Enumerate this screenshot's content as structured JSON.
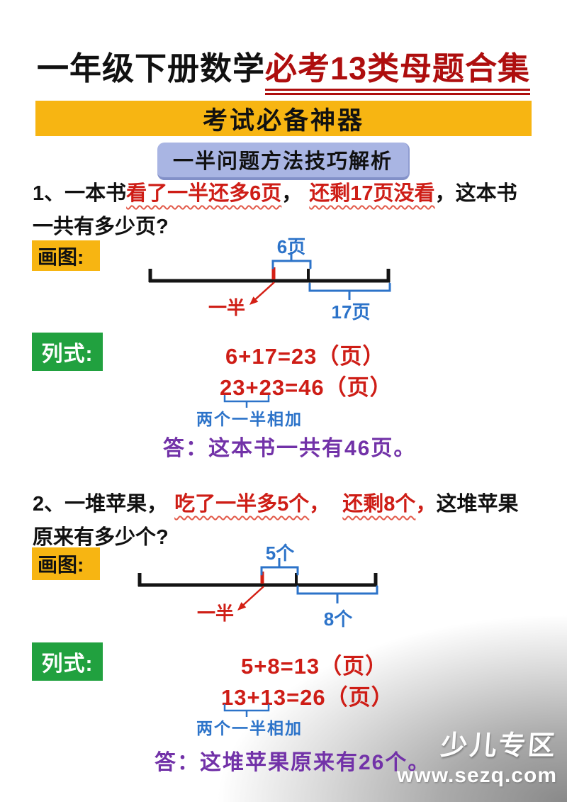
{
  "title": {
    "black": "一年级下册数学",
    "red": "必考13类母题合集"
  },
  "banner": {
    "label": "考试必备神器"
  },
  "badge": {
    "label": "一半问题方法技巧解析"
  },
  "p1": {
    "line1": [
      {
        "t": "1、一本书"
      },
      {
        "t": "看了一半还多6页"
      },
      {
        "t": "，"
      },
      {
        "t": "还剩17页没看"
      },
      {
        "t": "，这本书"
      }
    ],
    "line2": "一共有多少页?",
    "draw_label": "画图:",
    "formula_label": "列式:",
    "diagram": {
      "top": "6页",
      "half": "一半",
      "bottom": "17页"
    },
    "eq1": "6+17=23（页）",
    "eq2": "23+23=46（页）",
    "note": "两个一半相加",
    "answer": "答：这本书一共有46页。"
  },
  "p2": {
    "line1": [
      {
        "t": "2、一堆苹果，"
      },
      {
        "t": "吃了一半多5个"
      },
      {
        "t": "，"
      },
      {
        "t": "还剩8个"
      },
      {
        "t": "，"
      },
      {
        "t": "这堆苹果"
      }
    ],
    "line2": "原来有多少个?",
    "draw_label": "画图:",
    "formula_label": "列式:",
    "diagram": {
      "top": "5个",
      "half": "一半",
      "bottom": "8个"
    },
    "eq1": "5+8=13（页）",
    "eq2": "13+13=26（页）",
    "note": "两个一半相加",
    "answer": "答：这堆苹果原来有26个。"
  },
  "watermark": {
    "brand": "少儿专区",
    "url": "www.sezq.com"
  },
  "colors": {
    "accent_yellow": "#f7b512",
    "green": "#21a13f",
    "red": "#ce1d16",
    "title_red": "#ae0e0e",
    "blue": "#2c73c9",
    "purple": "#7232a8",
    "badge_blue": "#a9b5e3"
  }
}
